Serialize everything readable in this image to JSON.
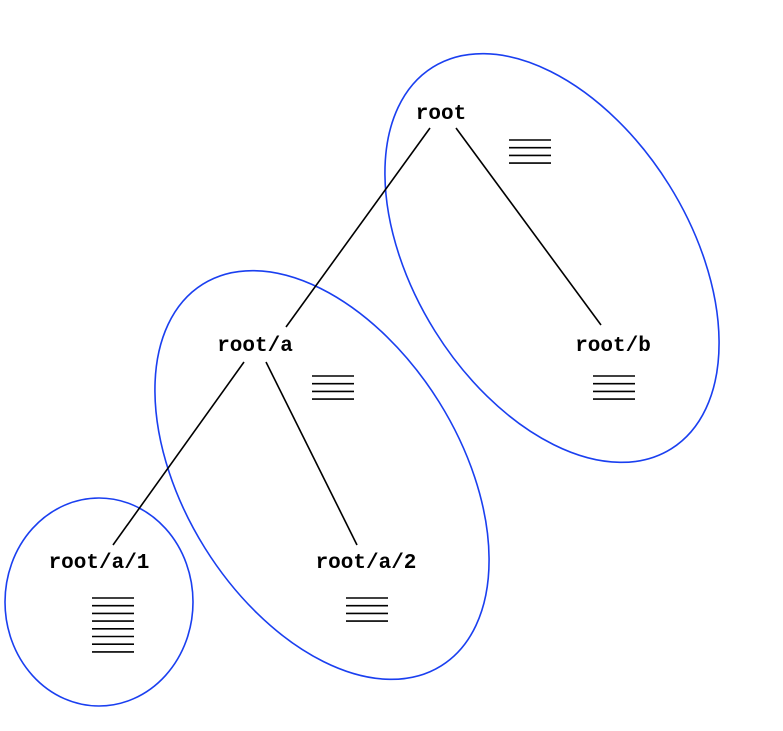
{
  "colors": {
    "group_outline": "#1a3ff0",
    "edge": "#000000",
    "text": "#000000",
    "background": "#ffffff"
  },
  "nodes": {
    "root": {
      "label": "root"
    },
    "root_b": {
      "label": "root/b"
    },
    "root_a": {
      "label": "root/a"
    },
    "root_a_1": {
      "label": "root/a/1"
    },
    "root_a_2": {
      "label": "root/a/2"
    }
  },
  "edges": [
    {
      "from": "root",
      "to": "root/a"
    },
    {
      "from": "root",
      "to": "root/b"
    },
    {
      "from": "root/a",
      "to": "root/a/1"
    },
    {
      "from": "root/a",
      "to": "root/a/2"
    }
  ],
  "groups": [
    {
      "members": [
        "root",
        "root/b"
      ]
    },
    {
      "members": [
        "root/a",
        "root/a/2"
      ]
    },
    {
      "members": [
        "root/a/1"
      ]
    }
  ],
  "stack_line_counts": {
    "root": 4,
    "root_b": 4,
    "root_a": 4,
    "root_a_1": 8,
    "root_a_2": 4
  }
}
